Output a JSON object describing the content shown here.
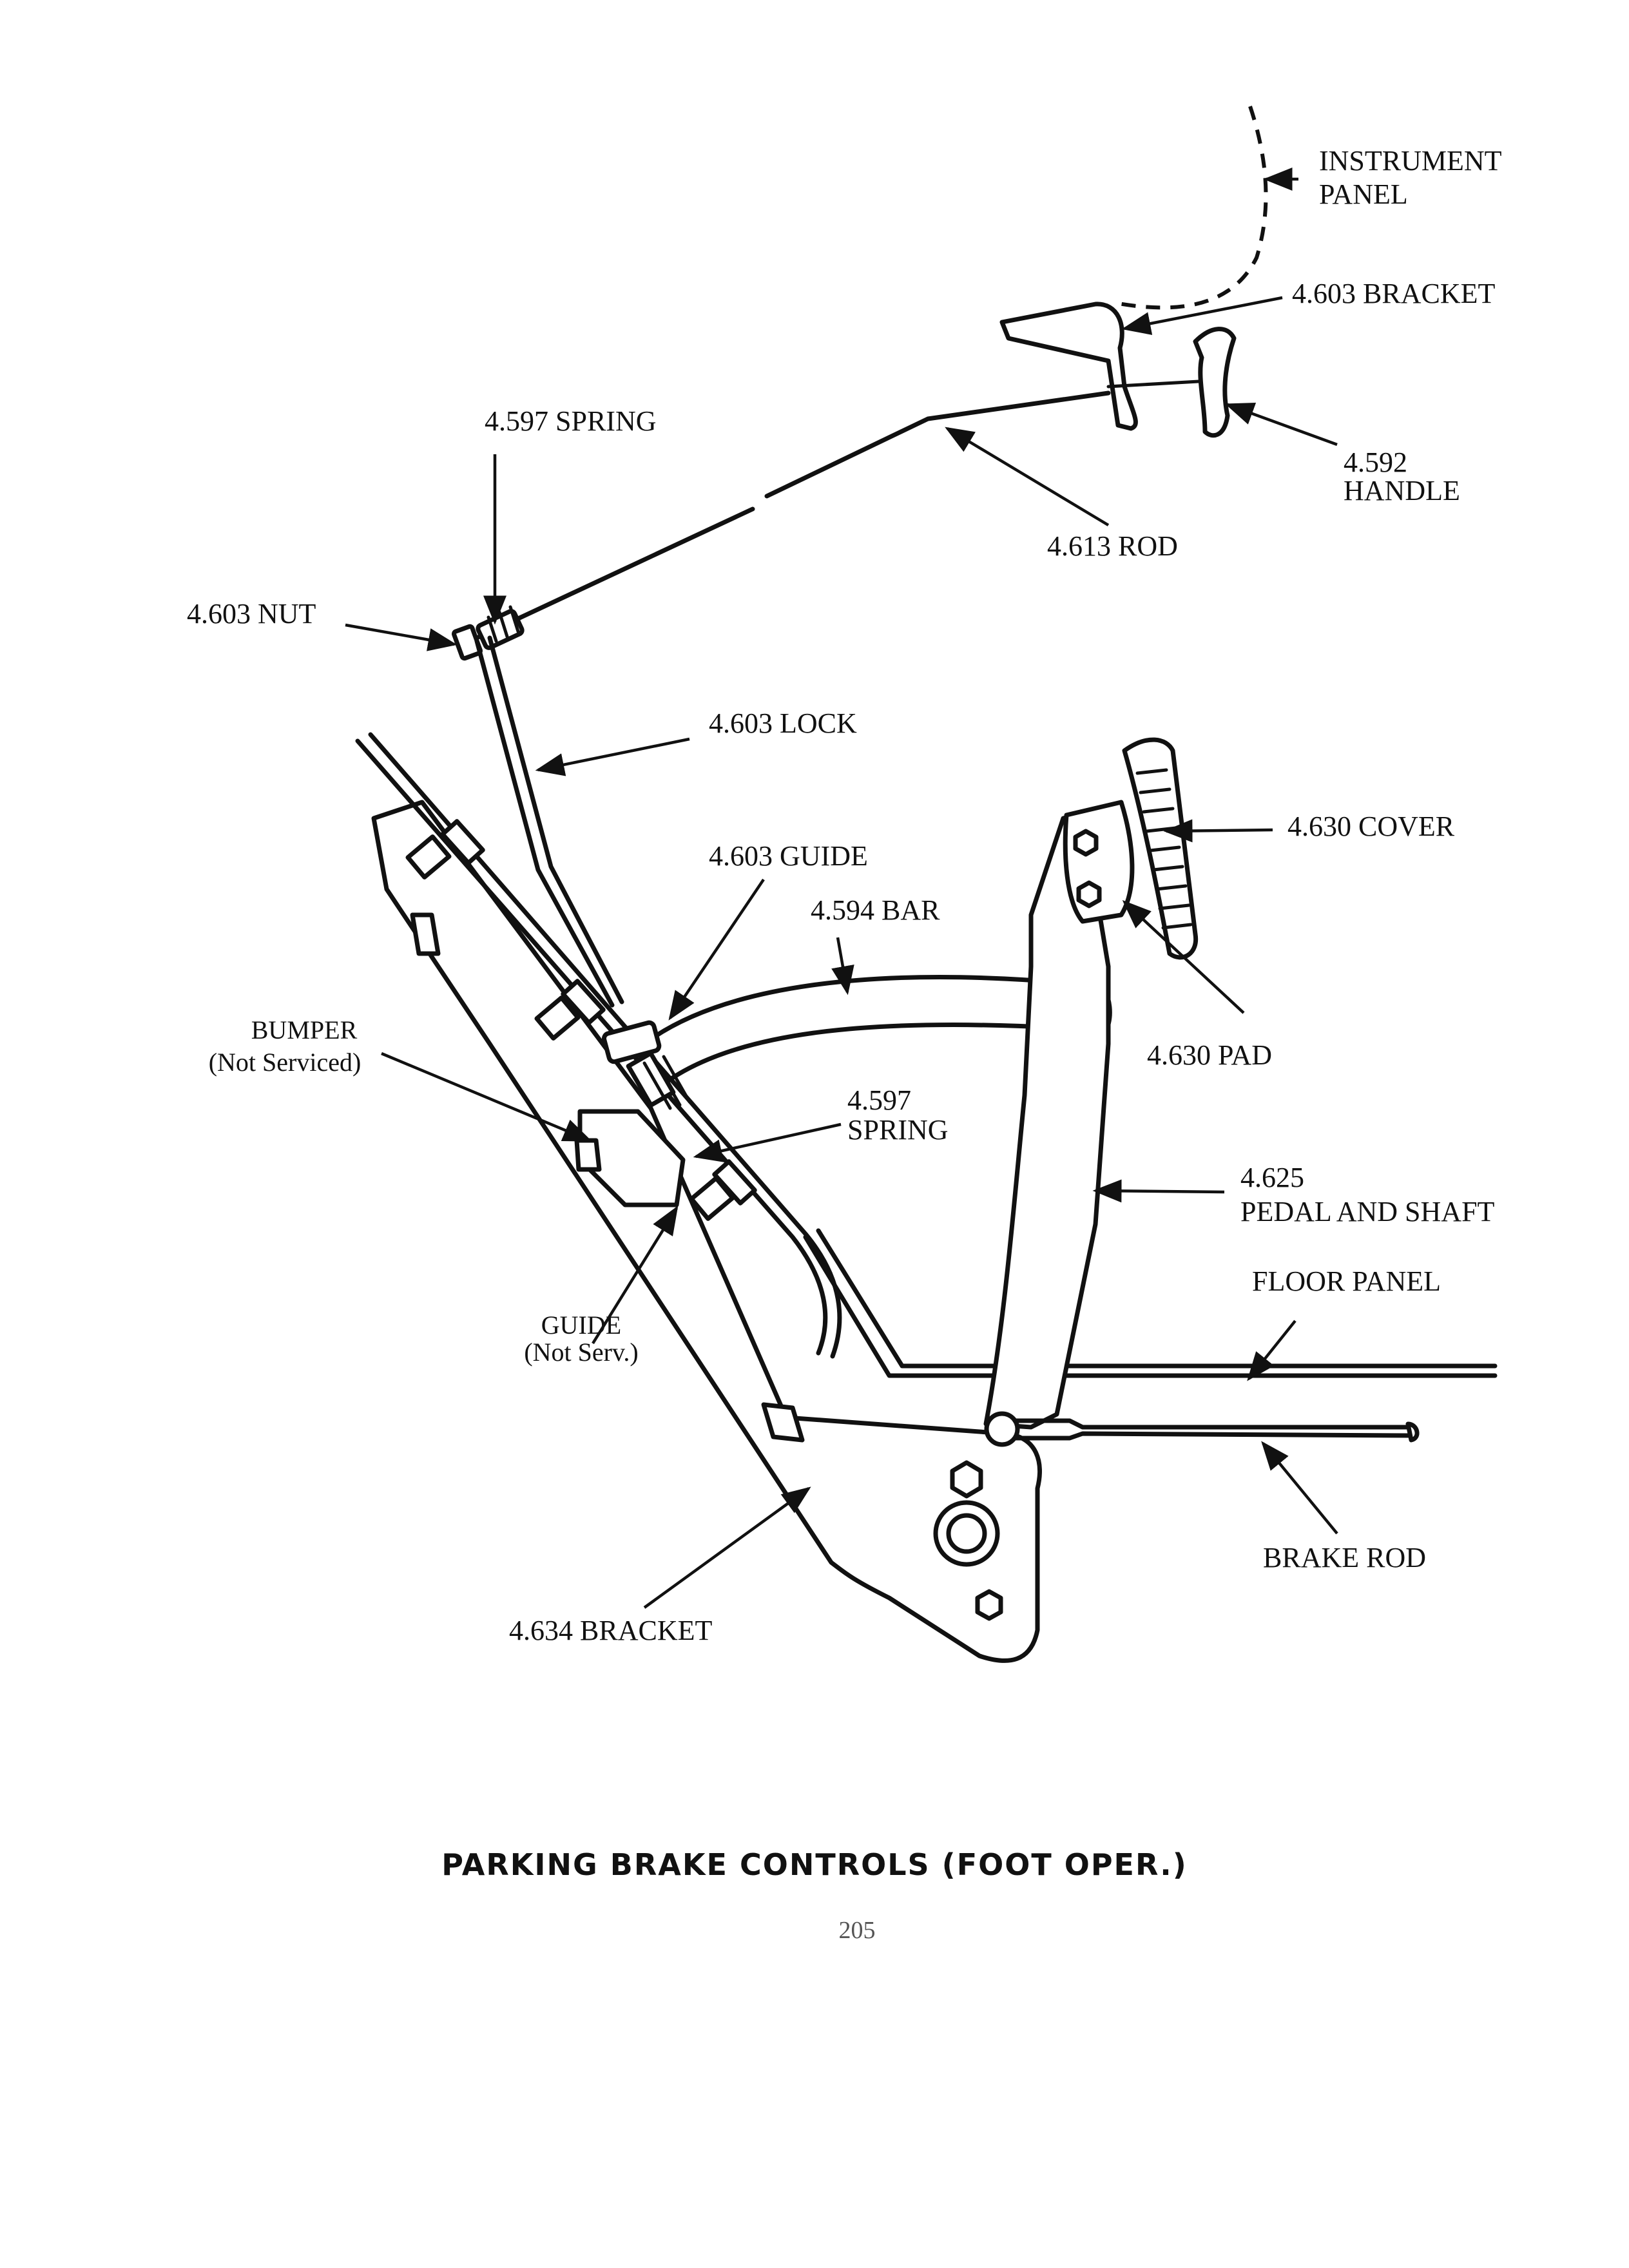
{
  "labels": {
    "instrument_panel": [
      "INSTRUMENT",
      "PANEL"
    ],
    "bracket_4603": "4.603 BRACKET",
    "handle_4592": [
      "4.592",
      "HANDLE"
    ],
    "rod_4613": "4.613 ROD",
    "spring_4597_top": "4.597 SPRING",
    "nut_4603": "4.603 NUT",
    "lock_4603": "4.603 LOCK",
    "guide_4603": "4.603 GUIDE",
    "bar_4594": "4.594 BAR",
    "cover_4630": "4.630 COVER",
    "pad_4630": "4.630 PAD",
    "bumper": [
      "BUMPER",
      "(Not Serviced)"
    ],
    "spring_4597_mid": [
      "4.597",
      "SPRING"
    ],
    "pedal_4625": [
      "4.625",
      "PEDAL AND SHAFT"
    ],
    "floor_panel": "FLOOR PANEL",
    "guide_ns": [
      "GUIDE",
      "(Not Serv.)"
    ],
    "brake_rod": "BRAKE ROD",
    "bracket_4634": "4.634 BRACKET"
  },
  "caption": "PARKING BRAKE CONTROLS (FOOT OPER.)",
  "page_number": "205"
}
